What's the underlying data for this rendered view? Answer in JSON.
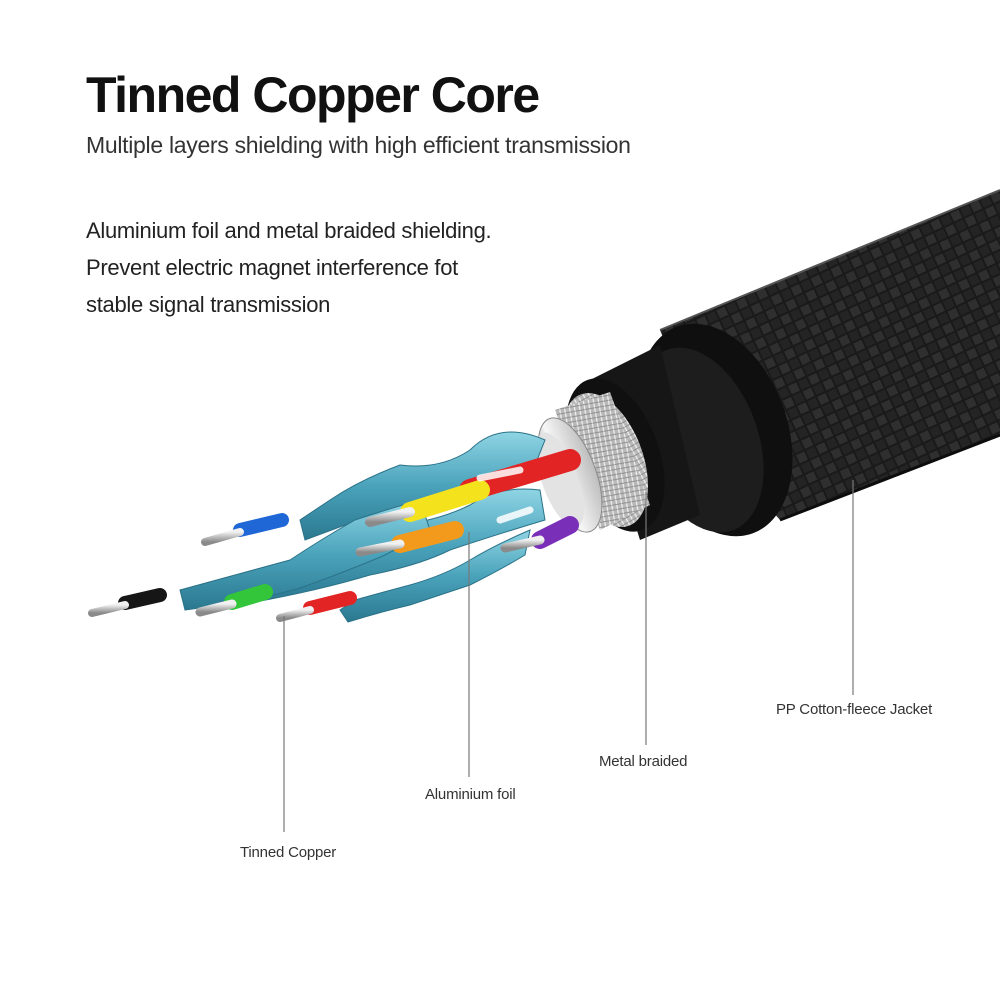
{
  "header": {
    "title": "Tinned Copper Core",
    "subtitle": "Multiple layers shielding with high efficient transmission"
  },
  "description": {
    "lines": [
      "Aluminium foil and metal braided shielding.",
      "Prevent electric magnet interference fot",
      "stable signal transmission"
    ]
  },
  "callouts": {
    "jacket": "PP Cotton-fleece Jacket",
    "braid": "Metal braided",
    "foil": "Aluminium foil",
    "copper": "Tinned Copper"
  },
  "colors": {
    "jacket": "#1c1c1c",
    "foil": "#dcdcdc",
    "pair_shield": "#4fa8bf",
    "wire_red": "#e32424",
    "wire_yellow": "#f4e21c",
    "wire_orange": "#f39a1c",
    "wire_purple": "#7a2fb8",
    "wire_blue": "#1f66d6",
    "wire_green": "#33c63a",
    "wire_black": "#161616"
  },
  "icons": [
    "cable-cross-section-illustration"
  ]
}
